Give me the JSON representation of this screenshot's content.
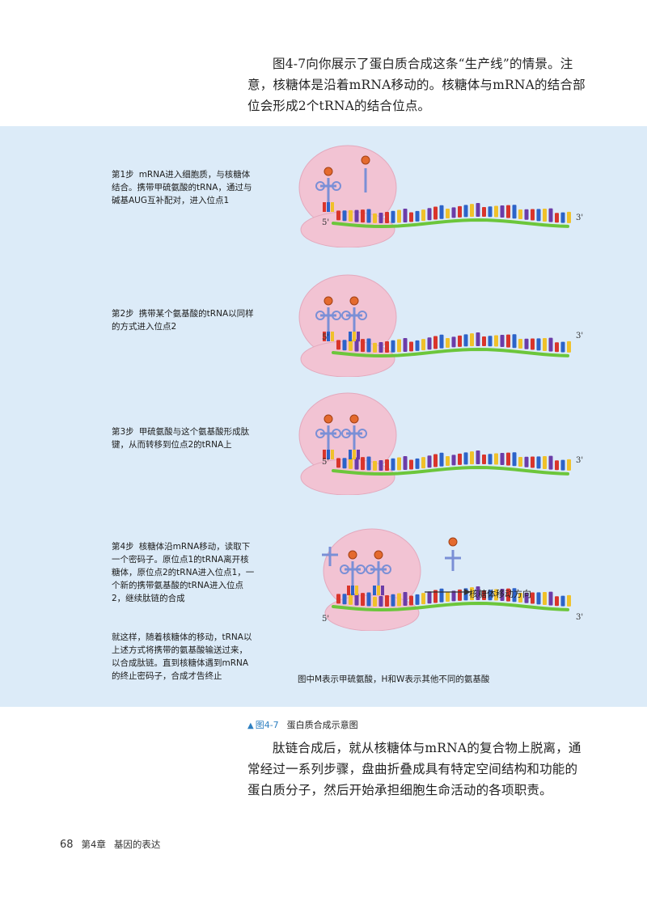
{
  "intro": {
    "paragraph": "图4-7向你展示了蛋白质合成这条“生产线”的情景。注意，核糖体是沿着mRNA移动的。核糖体与mRNA的结合部位会形成2个tRNA的结合位点。"
  },
  "steps": [
    {
      "number": "第1步",
      "text": "mRNA进入细胞质，与核糖体结合。携带甲硫氨酸的tRNA，通过与碱基AUG互补配对，进入位点1"
    },
    {
      "number": "第2步",
      "text": "携带某个氨基酸的tRNA以同样的方式进入位点2"
    },
    {
      "number": "第3步",
      "text": "甲硫氨酸与这个氨基酸形成肽键，从而转移到位点2的tRNA上"
    },
    {
      "number": "第4步",
      "text": "核糖体沿mRNA移动，读取下一个密码子。原位点1的tRNA离开核糖体，原位点2的tRNA进入位点1，一个新的携带氨基酸的tRNA进入位点2，继续肽链的合成"
    }
  ],
  "summary": "就这样，随着核糖体的移动，tRNA以上述方式将携带的氨基酸输送过来，以合成肽链。直到核糖体遇到mRNA的终止密码子，合成才告终止",
  "diagram": {
    "end_5": "5'",
    "end_3": "3'",
    "movement_label": "核糖体移动方向",
    "note": "图中M表示甲硫氨酸，H和W表示其他不同的氨基酸",
    "colors": {
      "panel": "#dcebf8",
      "ribosome": "#f2c3d3",
      "backbone": "#6cc63b",
      "base_red": "#d9352b",
      "base_blue": "#2c63c9",
      "base_yellow": "#f0c12a",
      "base_purple": "#6b3ca8",
      "accent": "#2d7fc1"
    }
  },
  "caption": {
    "figure": "图4-7",
    "title": "蛋白质合成示意图"
  },
  "outro": {
    "paragraph": "肽链合成后，就从核糖体与mRNA的复合物上脱离，通常经过一系列步骤，盘曲折叠成具有特定空间结构和功能的蛋白质分子，然后开始承担细胞生命活动的各项职责。"
  },
  "footer": {
    "page": "68",
    "chapter": "第4章",
    "chapter_title": "基因的表达"
  }
}
